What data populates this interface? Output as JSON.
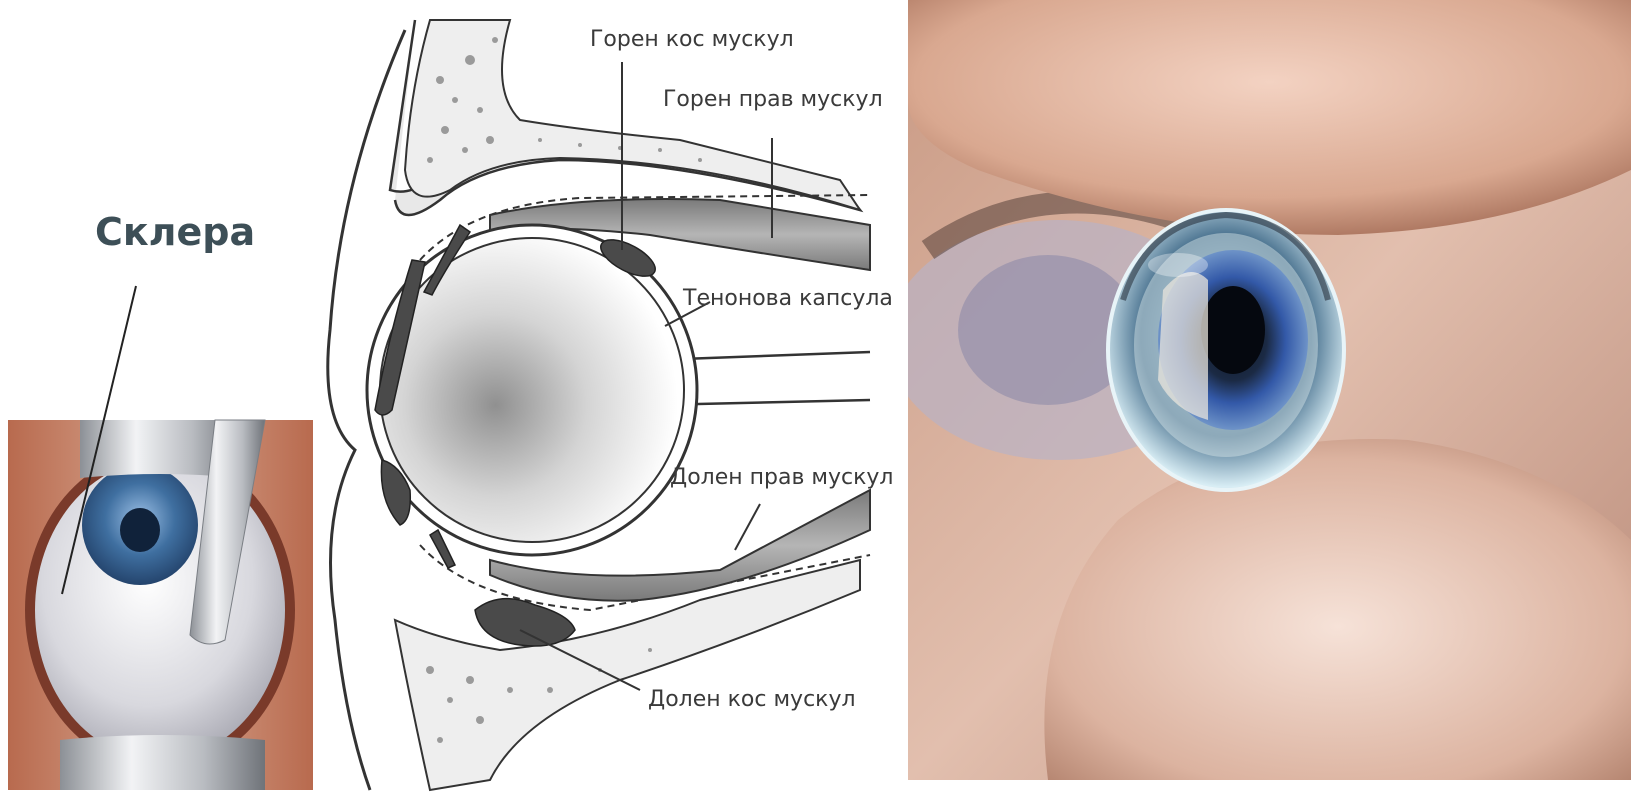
{
  "left_panel": {
    "label": "Склера"
  },
  "middle_panel": {
    "labels": {
      "superior_oblique": "Горен кос мускул",
      "superior_rectus": "Горен прав мускул",
      "tenon_capsule": "Тенонова капсула",
      "inferior_rectus": "Долен прав мускул",
      "inferior_oblique": "Долен кос мускул"
    }
  },
  "colors": {
    "muscle_dark": "#4a4a4a",
    "bone_fill": "#e8e8e8",
    "iris_blue": "#3f6fa0",
    "skin": "#d9a892"
  }
}
